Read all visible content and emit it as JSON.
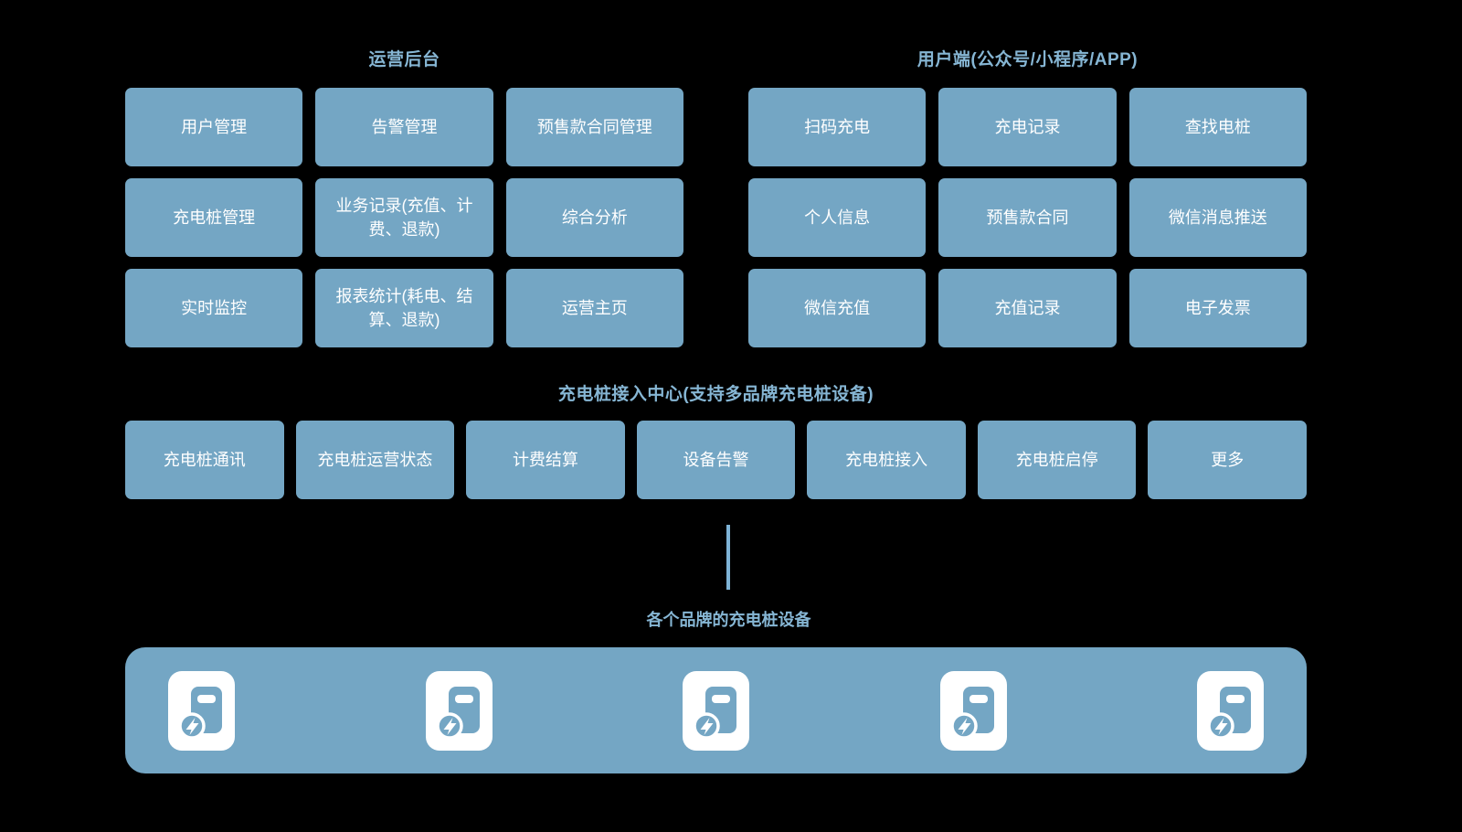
{
  "colors": {
    "background": "#000000",
    "node_fill": "#74A6C4",
    "node_text": "#FFFFFF",
    "title_text": "#86B6D4",
    "connector": "#7EB3D6",
    "icon_background": "#FFFFFF"
  },
  "admin": {
    "title": "运营后台",
    "items": [
      "用户管理",
      "告警管理",
      "预售款合同管理",
      "充电桩管理",
      "业务记录(充值、计费、退款)",
      "综合分析",
      "实时监控",
      "报表统计(耗电、结算、退款)",
      "运营主页"
    ]
  },
  "user": {
    "title": "用户端(公众号/小程序/APP)",
    "items": [
      "扫码充电",
      "充电记录",
      "查找电桩",
      "个人信息",
      "预售款合同",
      "微信消息推送",
      "微信充值",
      "充值记录",
      "电子发票"
    ]
  },
  "access": {
    "title": "充电桩接入中心(支持多品牌充电桩设备)",
    "items": [
      "充电桩通讯",
      "充电桩运营状态",
      "计费结算",
      "设备告警",
      "充电桩接入",
      "充电桩启停",
      "更多"
    ]
  },
  "devices": {
    "label": "各个品牌的充电桩设备",
    "icons": [
      {
        "name": "ev-charger-icon"
      },
      {
        "name": "ev-charger-icon"
      },
      {
        "name": "ev-charger-icon"
      },
      {
        "name": "ev-charger-icon"
      },
      {
        "name": "ev-charger-icon"
      }
    ]
  }
}
